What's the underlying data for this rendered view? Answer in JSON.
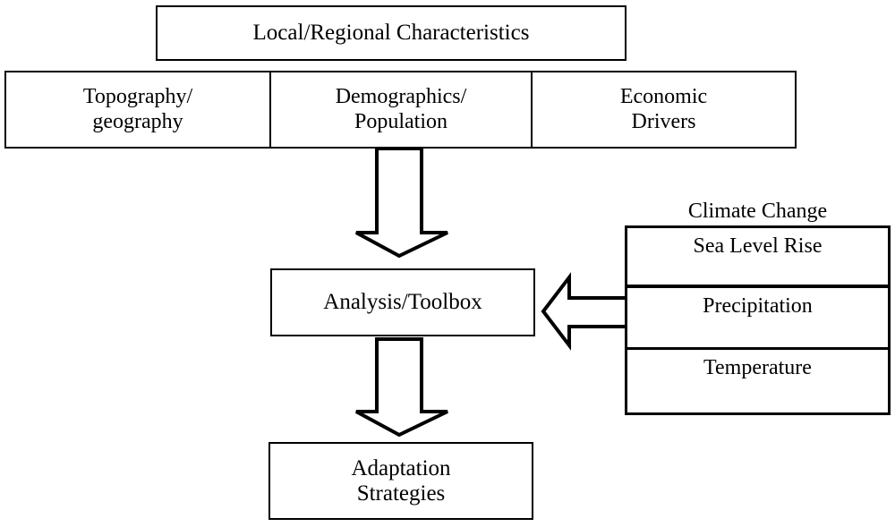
{
  "diagram": {
    "type": "flowchart",
    "title": "Local/Regional Characteristics adaptation framework",
    "top_box": {
      "label": "Local/Regional Characteristics"
    },
    "characteristics_row": {
      "cells": [
        {
          "label": "Topography/\ngeography",
          "name": "topography-geography"
        },
        {
          "label": "Demographics/\nPopulation",
          "name": "demographics-population"
        },
        {
          "label": "Economic\nDrivers",
          "name": "economic-drivers"
        }
      ]
    },
    "analysis_box": {
      "label": "Analysis/Toolbox"
    },
    "adaptation_box": {
      "label": "Adaptation\nStrategies"
    },
    "climate_panel": {
      "heading": "Climate Change",
      "cells": [
        {
          "label": "Sea Level Rise",
          "name": "sea-level-rise"
        },
        {
          "label": "Precipitation",
          "name": "precipitation"
        },
        {
          "label": "Temperature",
          "name": "temperature"
        }
      ]
    },
    "arrows": [
      {
        "name": "arrow-characteristics-to-analysis",
        "direction": "down"
      },
      {
        "name": "arrow-analysis-to-adaptation",
        "direction": "down"
      },
      {
        "name": "arrow-climate-to-analysis",
        "direction": "left"
      }
    ],
    "colors": {
      "stroke": "#000000",
      "fill": "#ffffff",
      "text": "#000000"
    }
  }
}
